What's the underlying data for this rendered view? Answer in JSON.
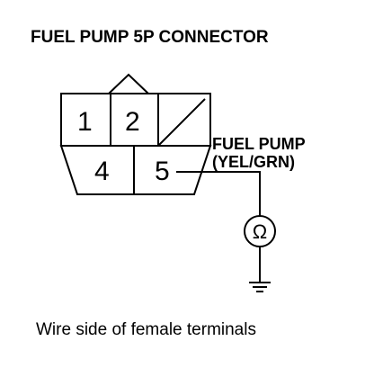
{
  "title": "FUEL PUMP 5P CONNECTOR",
  "connector": {
    "terminals": [
      "1",
      "2",
      "4",
      "5"
    ],
    "empty_cavity": "blank (diagonal slash)"
  },
  "wire": {
    "component": "FUEL PUMP",
    "color": "(YEL/GRN)"
  },
  "meter_symbol": "Ω",
  "caption": "Wire side of female terminals"
}
